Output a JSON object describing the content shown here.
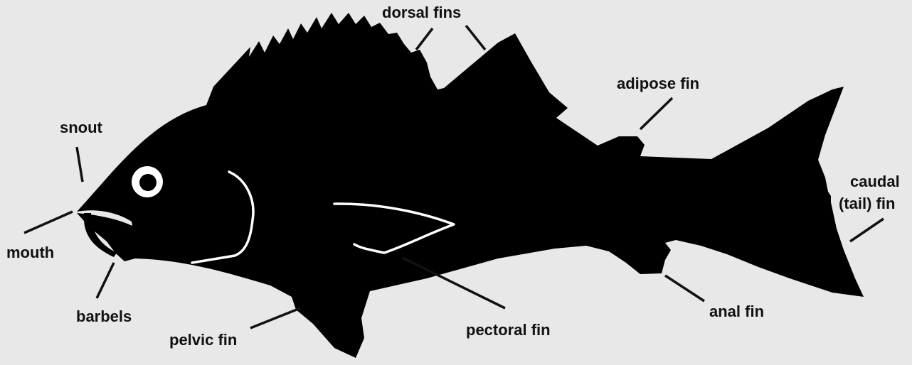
{
  "labels": {
    "dorsal_fins": "dorsal fins",
    "adipose_fin": "adipose fin",
    "snout": "snout",
    "mouth": "mouth",
    "barbels": "barbels",
    "pelvic_fin": "pelvic fin",
    "pectoral_fin": "pectoral fin",
    "anal_fin": "anal fin",
    "caudal_fin_line1": "caudal",
    "caudal_fin_line2": "(tail) fin"
  },
  "colors": {
    "background": "#e8e8e8",
    "fish": "#000000",
    "text": "#111111",
    "inner_lines": "#ffffff"
  }
}
